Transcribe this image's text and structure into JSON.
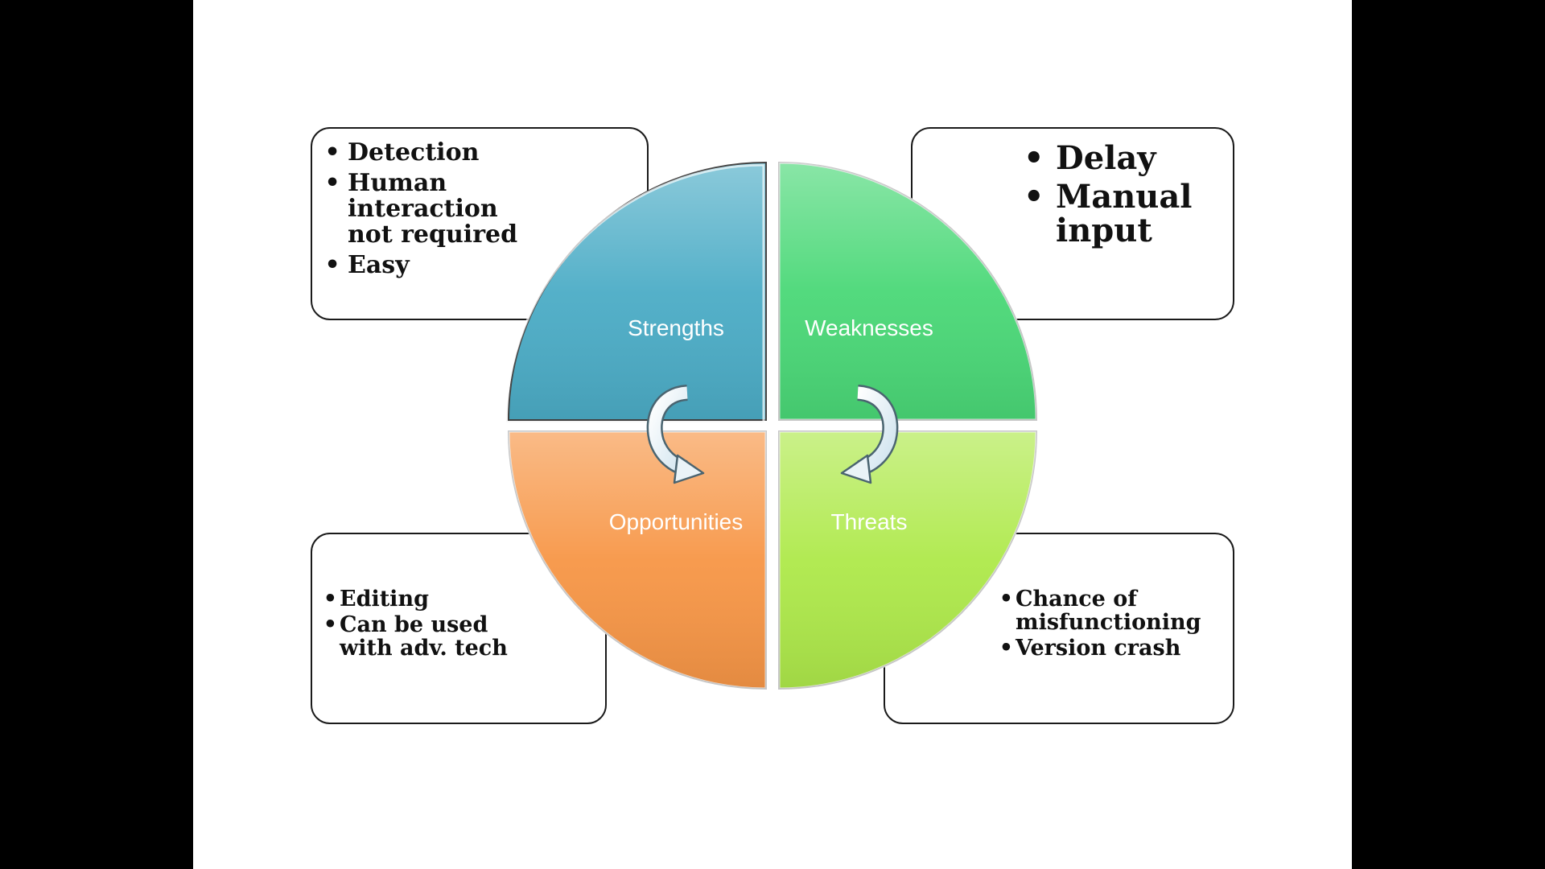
{
  "diagram": {
    "quadrants": [
      {
        "key": "strengths",
        "label": "Strengths",
        "color": "#4BACC6",
        "bullets": [
          "Detection",
          "Human interaction not required",
          "Easy"
        ]
      },
      {
        "key": "weaknesses",
        "label": "Weaknesses",
        "color": "#4AD877",
        "bullets": [
          "Delay",
          "Manual input"
        ]
      },
      {
        "key": "opportunities",
        "label": "Opportunities",
        "color": "#F79646",
        "bullets": [
          "Editing",
          "Can be used with adv. tech"
        ]
      },
      {
        "key": "threats",
        "label": "Threats",
        "color": "#AEE94A",
        "bullets": [
          "Chance of misfunctioning",
          "Version crash"
        ]
      }
    ]
  }
}
